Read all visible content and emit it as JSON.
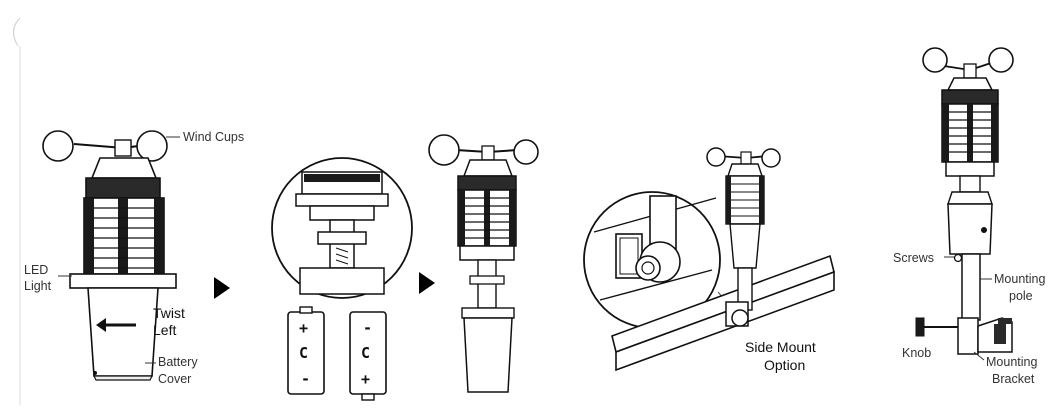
{
  "steps": [
    {
      "labels": {
        "wind_cups": "Wind Cups",
        "led_line1": "LED",
        "led_line2": "Light",
        "twist_line1": "Twist",
        "twist_line2": "Left",
        "battery_line1": "Battery",
        "battery_line2": "Cover"
      }
    },
    {
      "battery_a": {
        "top": "+",
        "mid": "C",
        "bottom": "-"
      },
      "battery_b": {
        "top": "-",
        "mid": "C",
        "bottom": "+"
      }
    },
    {},
    {
      "labels": {
        "side_mount_line1": "Side Mount",
        "side_mount_line2": "Option"
      }
    },
    {
      "labels": {
        "screws": "Screws",
        "mounting_pole_line1": "Mounting",
        "mounting_pole_line2": "pole",
        "knob": "Knob",
        "mounting_bracket_line1": "Mounting",
        "mounting_bracket_line2": "Bracket"
      }
    }
  ],
  "colors": {
    "line": "#111111",
    "dark": "#1a1a1a",
    "gray": "#e6e6e6",
    "accent": "#000000"
  },
  "icons": [
    "step-arrow-icon",
    "twist-left-arrow-icon"
  ]
}
